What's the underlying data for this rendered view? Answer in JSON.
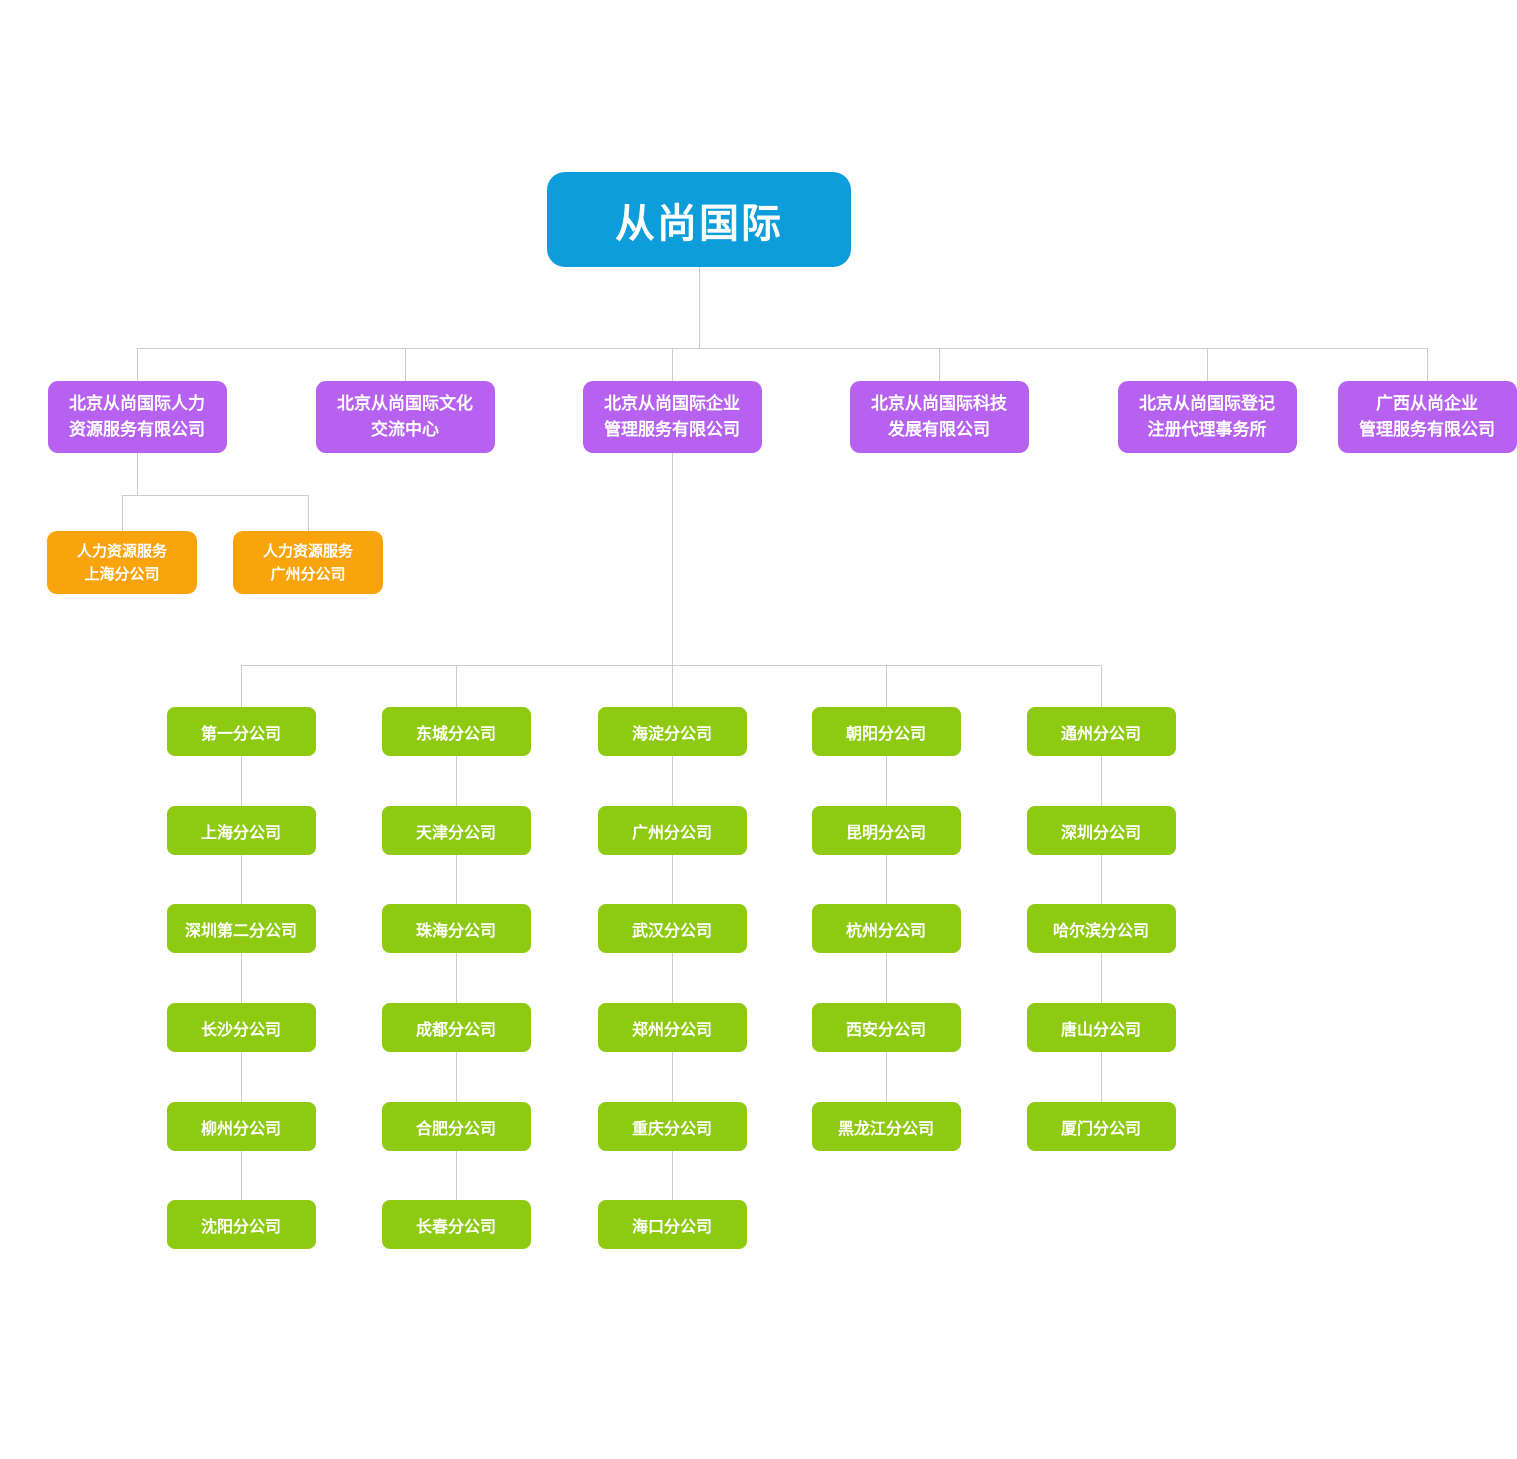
{
  "colors": {
    "root_blue": "#0d9ddb",
    "company_purple": "#b761f1",
    "hr_branch_orange": "#f9a30d",
    "branch_green": "#8fca12",
    "connector_gray": "#cccccc",
    "text_white": "#ffffff",
    "background": "#ffffff"
  },
  "root": {
    "label": "从尚国际"
  },
  "companies": [
    {
      "label": "北京从尚国际人力\n资源服务有限公司",
      "children": [
        "人力资源服务\n上海分公司",
        "人力资源服务\n广州分公司"
      ]
    },
    {
      "label": "北京从尚国际文化\n交流中心"
    },
    {
      "label": "北京从尚国际企业\n管理服务有限公司",
      "branch_columns": [
        [
          "第一分公司",
          "上海分公司",
          "深圳第二分公司",
          "长沙分公司",
          "柳州分公司",
          "沈阳分公司"
        ],
        [
          "东城分公司",
          "天津分公司",
          "珠海分公司",
          "成都分公司",
          "合肥分公司",
          "长春分公司"
        ],
        [
          "海淀分公司",
          "广州分公司",
          "武汉分公司",
          "郑州分公司",
          "重庆分公司",
          "海口分公司"
        ],
        [
          "朝阳分公司",
          "昆明分公司",
          "杭州分公司",
          "西安分公司",
          "黑龙江分公司"
        ],
        [
          "通州分公司",
          "深圳分公司",
          "哈尔滨分公司",
          "唐山分公司",
          "厦门分公司"
        ]
      ]
    },
    {
      "label": "北京从尚国际科技\n发展有限公司"
    },
    {
      "label": "北京从尚国际登记\n注册代理事务所"
    },
    {
      "label": "广西从尚企业\n管理服务有限公司"
    }
  ]
}
